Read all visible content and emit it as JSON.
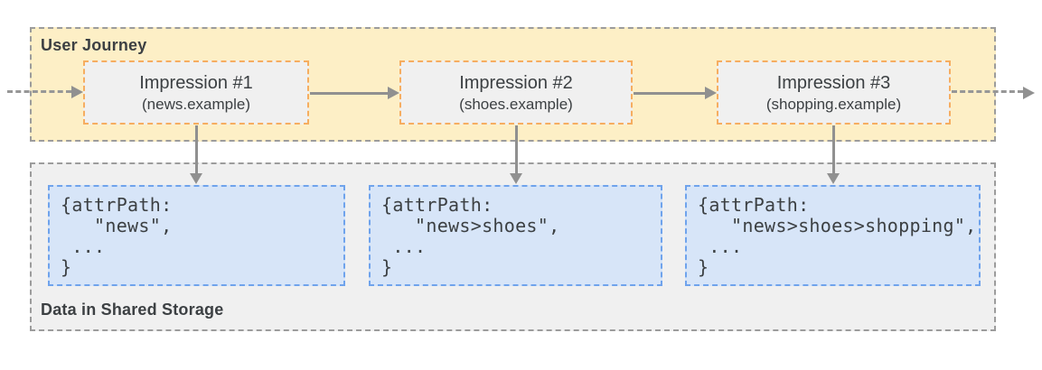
{
  "user_journey": {
    "label": "User Journey",
    "impressions": [
      {
        "title": "Impression #1",
        "subtitle": "(news.example)"
      },
      {
        "title": "Impression #2",
        "subtitle": "(shoes.example)"
      },
      {
        "title": "Impression #3",
        "subtitle": "(shopping.example)"
      }
    ]
  },
  "shared_storage": {
    "label": "Data in Shared Storage",
    "entries": [
      {
        "code": "{attrPath:\n   \"news\",\n ...\n}"
      },
      {
        "code": "{attrPath:\n   \"news>shoes\",\n ...\n}"
      },
      {
        "code": "{attrPath:\n   \"news>shoes>shopping\",\n ...\n}"
      }
    ]
  },
  "colors": {
    "journey_background": "#FDEFC6",
    "journey_border": "#9C9C9C",
    "impression_background": "#F0F0F0",
    "impression_border": "#F6AD60",
    "storage_background": "#F0F0F0",
    "storage_border": "#9C9C9C",
    "entry_background": "#D7E5F8",
    "entry_border": "#6FA3EC",
    "arrow": "#909090",
    "text": "#3C4043"
  }
}
